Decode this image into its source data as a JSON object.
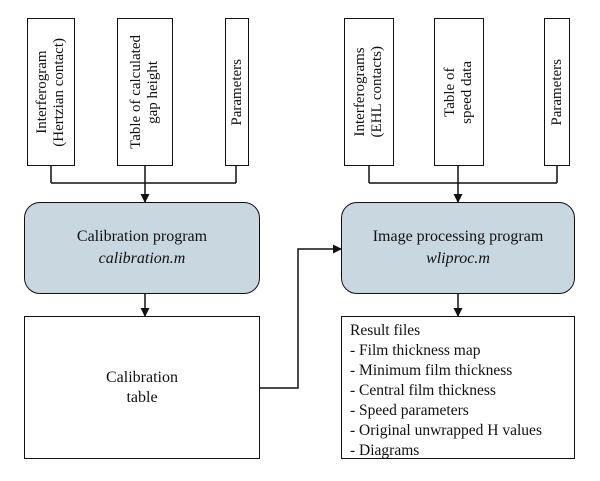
{
  "inputs_left": [
    {
      "lines": [
        "Interferogram",
        "(Hertzian contact)"
      ]
    },
    {
      "lines": [
        "Table of calculated",
        "gap height"
      ]
    },
    {
      "lines": [
        "Parameters"
      ]
    }
  ],
  "inputs_right": [
    {
      "lines": [
        "Interferograms",
        "(EHL contacts)"
      ]
    },
    {
      "lines": [
        "Table of",
        "speed data"
      ]
    },
    {
      "lines": [
        "Parameters"
      ]
    }
  ],
  "calibration": {
    "title": "Calibration program",
    "file": "calibration.m"
  },
  "image_processing": {
    "title": "Image processing program",
    "file": "wliproc.m"
  },
  "calibration_table": {
    "lines": [
      "Calibration",
      "table"
    ]
  },
  "results": {
    "title": "Result files",
    "items": [
      "- Film thickness map",
      "- Minimum film thickness",
      "- Central film thickness",
      "- Speed parameters",
      "- Original unwrapped H values",
      "- Diagrams"
    ]
  },
  "colors": {
    "process_fill": "#c9d7e1",
    "stroke": "#111111"
  }
}
